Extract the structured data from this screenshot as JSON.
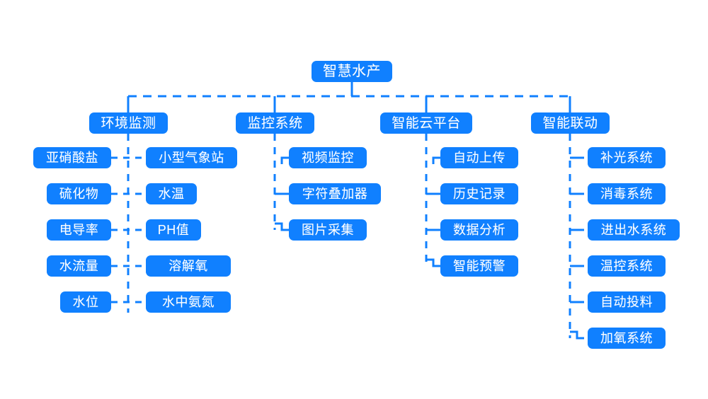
{
  "diagram": {
    "title": "智慧水产",
    "theme": {
      "node_fill": "#1080ff",
      "node_text": "#ffffff",
      "line_color": "#1080ff",
      "background": "#ffffff"
    },
    "root": {
      "label": "智慧水产"
    },
    "branches": [
      {
        "id": "environment-monitoring",
        "label": "环境监测",
        "layout": "two-column",
        "left_children": [
          {
            "label": "亚硝酸盐"
          },
          {
            "label": "硫化物"
          },
          {
            "label": "电导率"
          },
          {
            "label": "水流量"
          },
          {
            "label": "水位"
          }
        ],
        "right_children": [
          {
            "label": "小型气象站"
          },
          {
            "label": "水温"
          },
          {
            "label": "PH值"
          },
          {
            "label": "溶解氧"
          },
          {
            "label": "水中氨氮"
          }
        ]
      },
      {
        "id": "monitoring-system",
        "label": "监控系统",
        "layout": "single-column",
        "children": [
          {
            "label": "视频监控"
          },
          {
            "label": "字符叠加器"
          },
          {
            "label": "图片采集"
          }
        ]
      },
      {
        "id": "smart-cloud-platform",
        "label": "智能云平台",
        "layout": "single-column",
        "children": [
          {
            "label": "自动上传"
          },
          {
            "label": "历史记录"
          },
          {
            "label": "数据分析"
          },
          {
            "label": "智能预警"
          }
        ]
      },
      {
        "id": "smart-linkage",
        "label": "智能联动",
        "layout": "single-column",
        "children": [
          {
            "label": "补光系统"
          },
          {
            "label": "消毒系统"
          },
          {
            "label": "进出水系统"
          },
          {
            "label": "温控系统"
          },
          {
            "label": "自动投料"
          },
          {
            "label": "加氧系统"
          }
        ]
      }
    ]
  }
}
